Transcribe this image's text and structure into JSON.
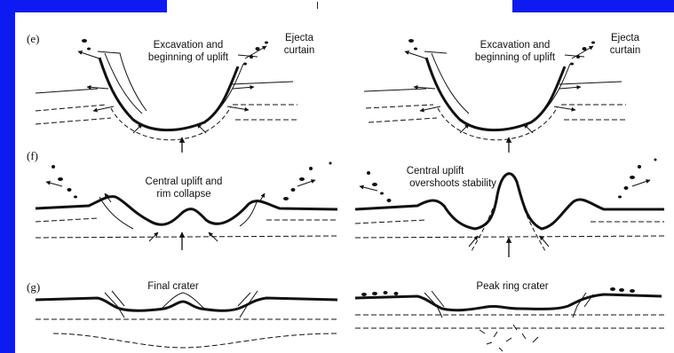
{
  "colors": {
    "frame": "#0d1bf0",
    "ink": "#111111",
    "paper": "#ffffff"
  },
  "panels": [
    {
      "id": "e",
      "letter": "(e)",
      "left_stage": {
        "caption_lines": [
          "Excavation and",
          "beginning of uplift"
        ],
        "side_label_lines": [
          "Ejecta",
          "curtain"
        ]
      },
      "right_stage": {
        "caption_lines": [
          "Excavation and",
          "beginning of uplift"
        ],
        "side_label_lines": [
          "Ejecta",
          "curtain"
        ]
      }
    },
    {
      "id": "f",
      "letter": "(f)",
      "left_stage": {
        "caption_lines": [
          "Central uplift and",
          "rim collapse"
        ]
      },
      "right_stage": {
        "caption_lines": [
          "Central uplift",
          "overshoots stability"
        ]
      }
    },
    {
      "id": "g",
      "letter": "(g)",
      "left_stage": {
        "caption_lines": [
          "Final crater"
        ]
      },
      "right_stage": {
        "caption_lines": [
          "Peak ring crater"
        ]
      }
    }
  ]
}
